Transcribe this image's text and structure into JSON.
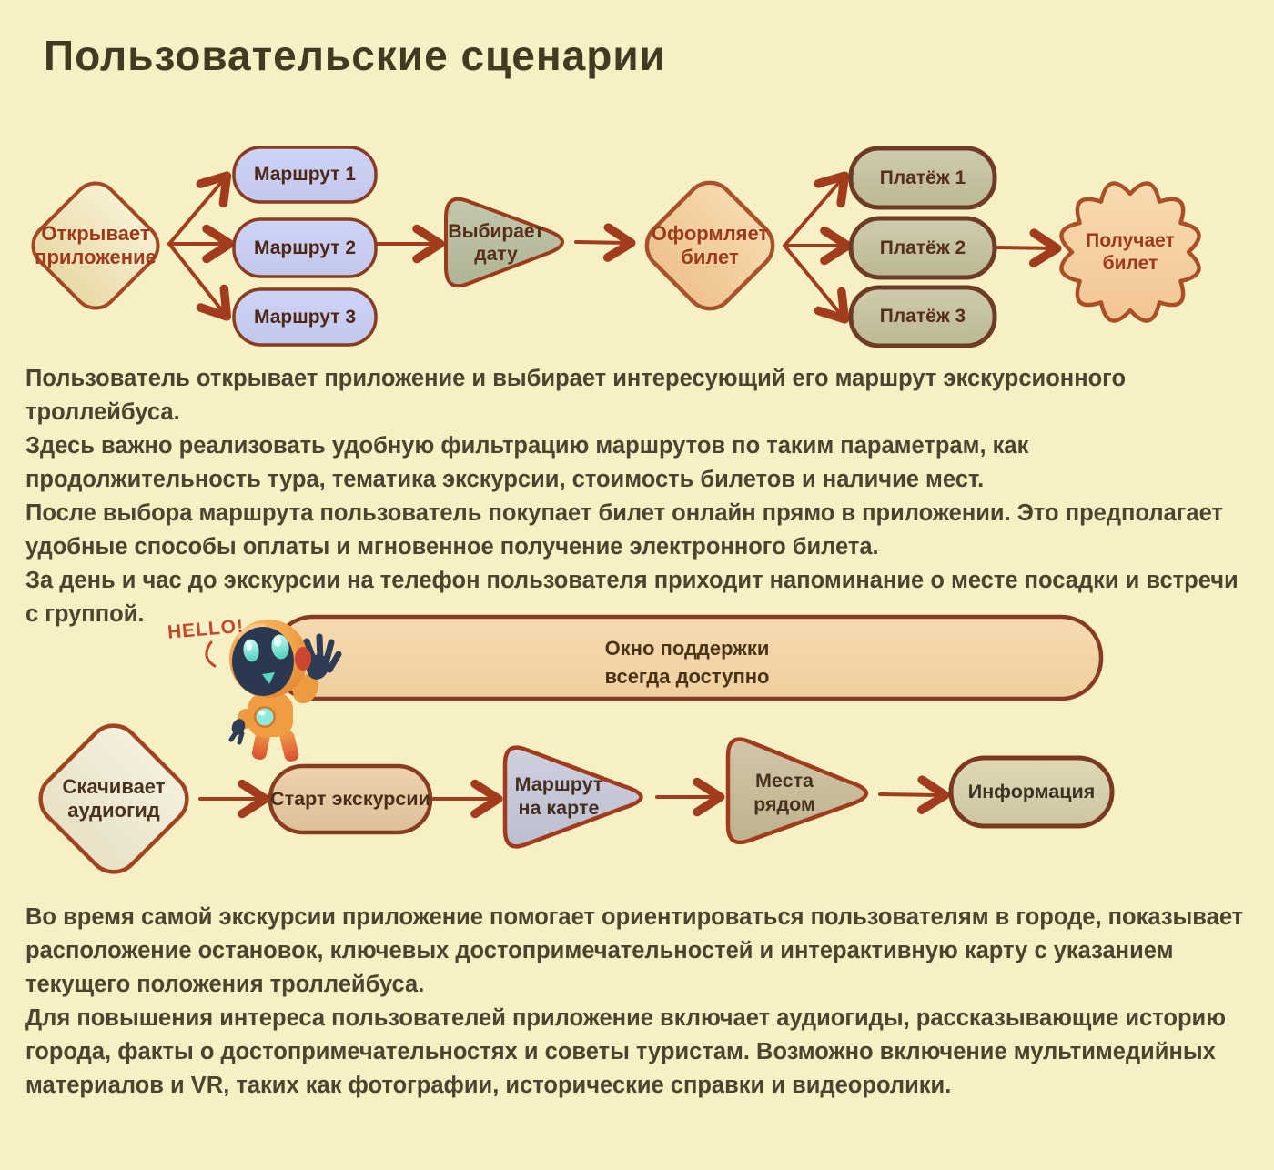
{
  "page": {
    "title": "Пользовательские сценарии"
  },
  "flow1": {
    "open_app": "Открывает приложение",
    "routes": [
      "Маршрут 1",
      "Маршрут 2",
      "Маршрут 3"
    ],
    "pick_date": "Выбирает дату",
    "checkout": "Оформляет билет",
    "payments": [
      "Платёж 1",
      "Платёж 2",
      "Платёж 3"
    ],
    "receive_ticket": "Получает билет"
  },
  "paragraphs_top": [
    "Пользователь открывает приложение и выбирает интересующий его маршрут экскурсионного троллейбуса.",
    "Здесь важно реализовать удобную фильтрацию маршрутов по таким параметрам, как продолжительность тура, тематика экскурсии, стоимость билетов и наличие мест.",
    "После выбора маршрута пользователь покупает билет онлайн прямо в приложении. Это предполагает удобные способы оплаты и мгновенное получение электронного билета.",
    "За день и час до экскурсии на телефон пользователя приходит напоминание о месте посадки и встречи с группой."
  ],
  "support": {
    "hello": "HELLO!",
    "banner_line1": "Окно поддержки",
    "banner_line2": "всегда доступно"
  },
  "flow2": {
    "download_audioguide": "Скачивает аудиогид",
    "start_tour": "Старт экскурсии",
    "route_on_map": "Маршрут на карте",
    "places_nearby": "Места рядом",
    "information": "Информация"
  },
  "paragraphs_bottom": [
    "Во время самой экскурсии приложение помогает ориентироваться пользователям в городе, показывает расположение остановок, ключевых достопримечательностей и интерактивную карту с указанием текущего положения троллейбуса.",
    "Для повышения интереса пользователей приложение включает аудиогиды, рассказывающие историю города, факты о достопримечательностях и советы туристам. Возможно включение мультимедийных материалов и VR, таких как фотографии, исторические справки и видеоролики."
  ],
  "palette": {
    "background": "#f7f0c5",
    "accent_rust": "#a23c1d",
    "title_text": "#443a22",
    "body_text": "#4e432e",
    "route_fill": "#c8cdf1",
    "payment_fill": "#c6c2a0",
    "date_fill": "#bcc2a6",
    "checkout_fill": "#f3d2a2",
    "ticket_fill": "#f8d5a9",
    "banner_fill": "#f4d6aa",
    "robot_orange": "#ef9d40",
    "robot_navy": "#2b3950",
    "robot_teal": "#8feade",
    "hello_red": "#c4492c"
  }
}
